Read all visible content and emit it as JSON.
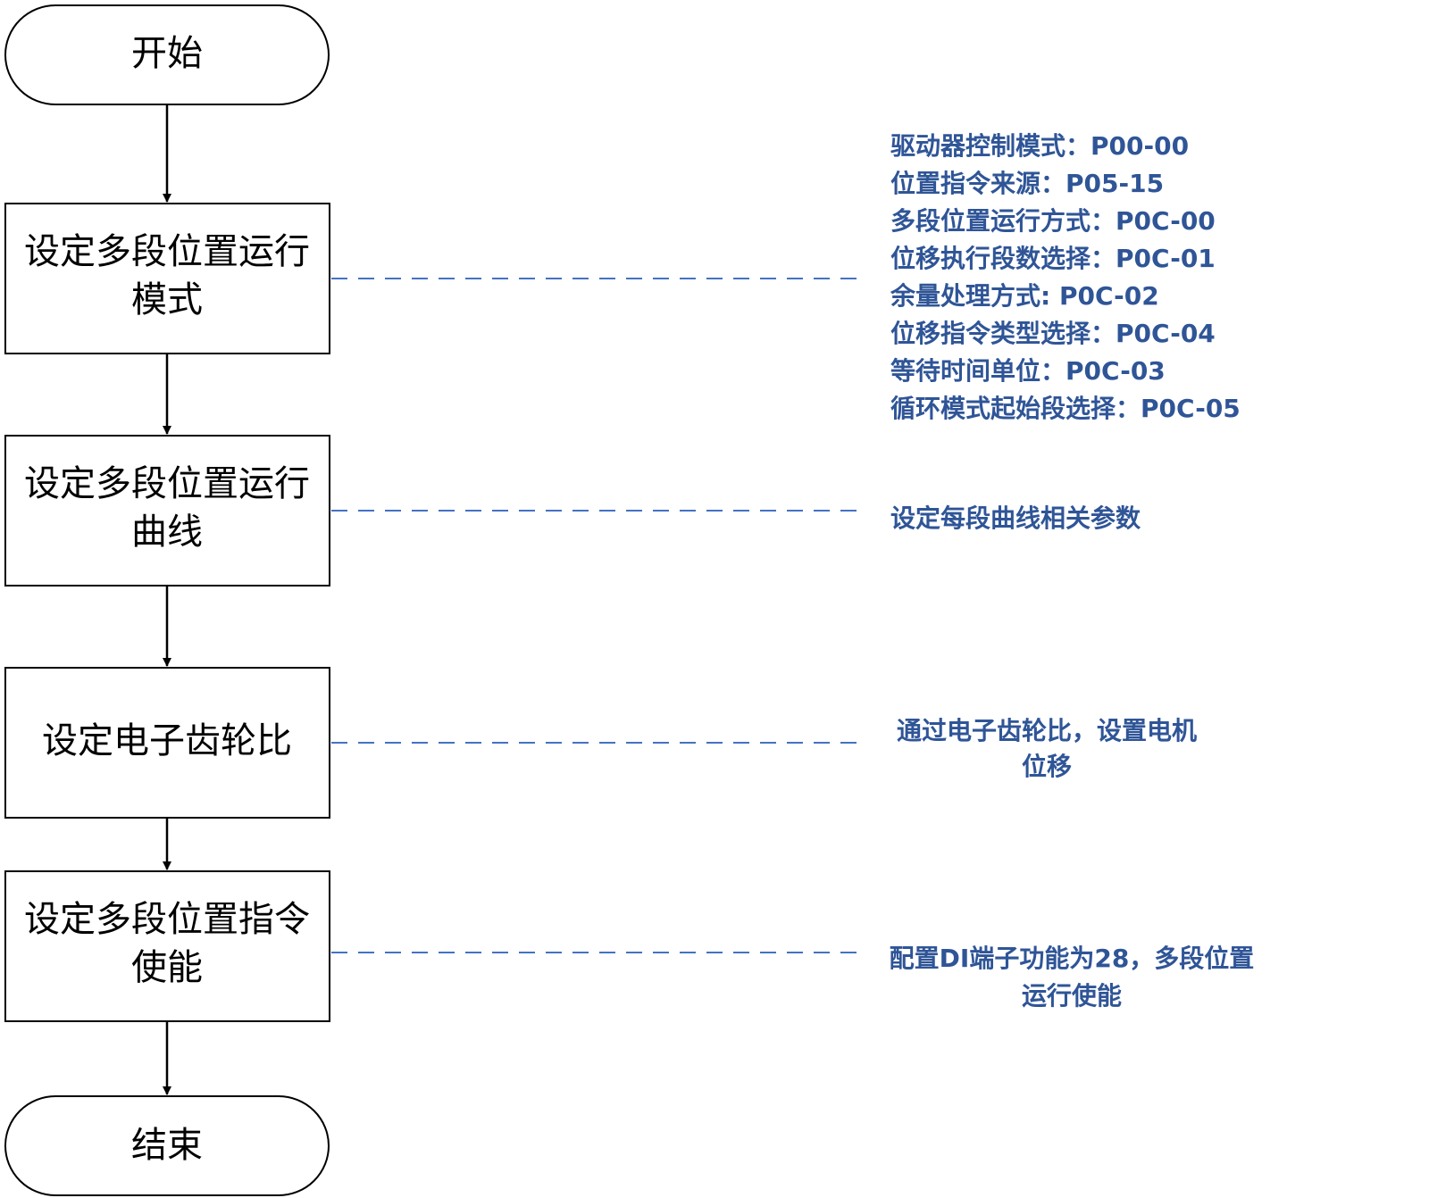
{
  "colors": {
    "note_text": "#2F5597",
    "dashed_connector": "#4472C4",
    "node_border": "#000000"
  },
  "nodes": {
    "start": "开始",
    "step1_line1": "设定多段位置运行",
    "step1_line2": "模式",
    "step2_line1": "设定多段位置运行",
    "step2_line2": "曲线",
    "step3": "设定电子齿轮比",
    "step4_line1": "设定多段位置指令",
    "step4_line2": "使能",
    "end": "结束"
  },
  "notes": {
    "step1": [
      "驱动器控制模式：P00-00",
      "位置指令来源：P05-15",
      "多段位置运行方式：P0C-00",
      "位移执行段数选择：P0C-01",
      "余量处理方式: P0C-02",
      "位移指令类型选择：P0C-04",
      "等待时间单位：P0C-03",
      "循环模式起始段选择：P0C-05"
    ],
    "step2": "设定每段曲线相关参数",
    "step3_line1": "通过电子齿轮比，设置电机",
    "step3_line2": "位移",
    "step4_line1": "配置DI端子功能为28，多段位置",
    "step4_line2": "运行使能"
  }
}
